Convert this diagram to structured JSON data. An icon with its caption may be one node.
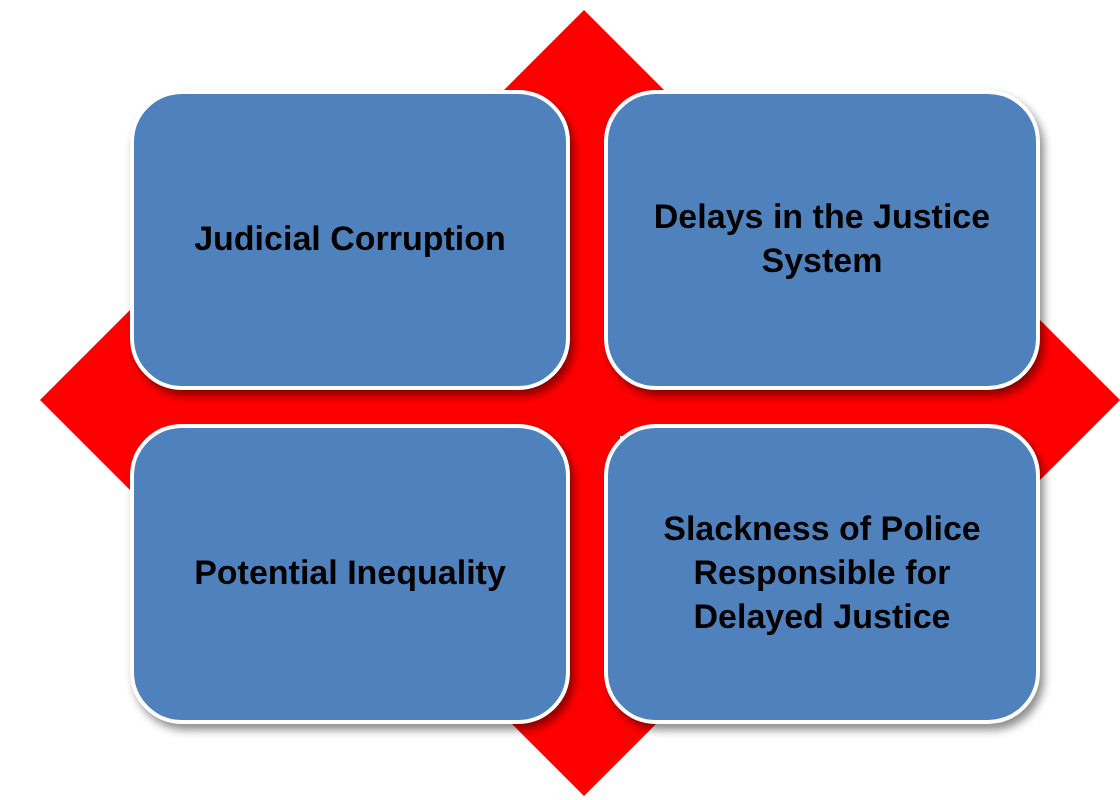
{
  "diagram": {
    "nodes": [
      {
        "text": [
          "Judicial Corruption"
        ]
      },
      {
        "text": [
          "Delays in the Justice System"
        ]
      },
      {
        "text": [
          "Potential Inequality"
        ]
      },
      {
        "text": [
          "Slackness of Police Responsible for Delayed Justice"
        ]
      }
    ]
  }
}
